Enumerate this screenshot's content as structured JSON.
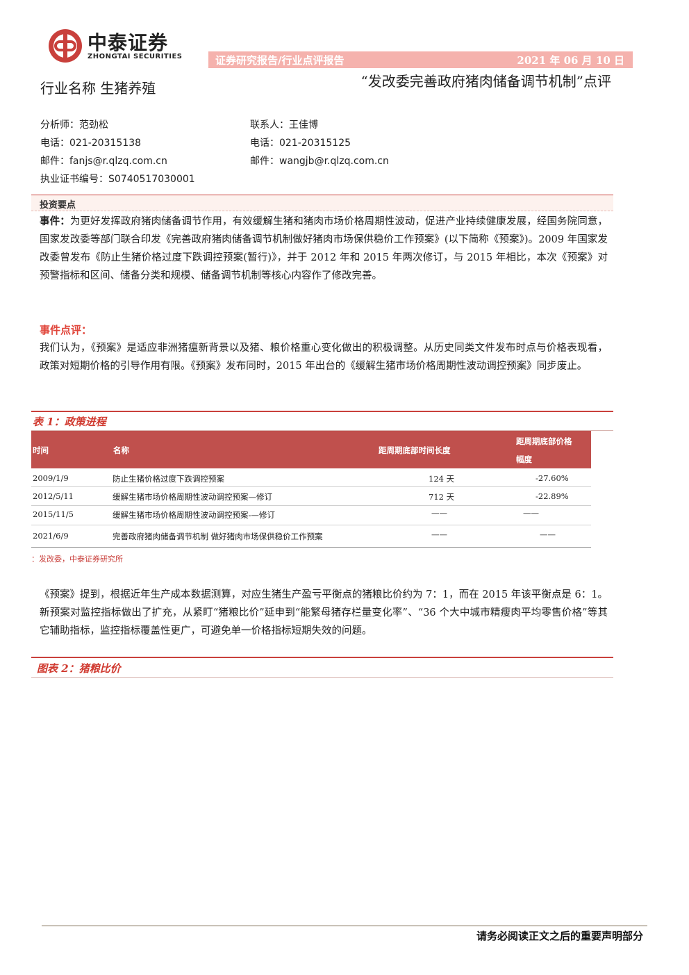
{
  "logo": {
    "name_cn": "中泰证券",
    "name_en": "ZHONGTAI SECURITIES",
    "brand_color": "#c9403c"
  },
  "header": {
    "category": "证券研究报告/行业点评报告",
    "date": "2021 年 06 月 10 日",
    "industry": "行业名称  生猪养殖",
    "title": "“发改委完善政府猪肉储备调节机制”点评"
  },
  "analyst": {
    "name": "分析师：范劲松",
    "phone": "电话：021-20315138",
    "email": "邮件：fanjs@r.qlzq.com.cn",
    "cert": "执业证书编号：S0740517030001"
  },
  "contact": {
    "name": "联系人：王佳博",
    "phone": "电话：021-20315125",
    "email": "邮件：wangjb@r.qlzq.com.cn"
  },
  "section_label": "投资要点",
  "event": {
    "label": "事件：",
    "text": "为更好发挥政府猪肉储备调节作用，有效缓解生猪和猪肉市场价格周期性波动，促进产业持续健康发展，经国务院同意，国家发改委等部门联合印发《完善政府猪肉储备调节机制做好猪肉市场保供稳价工作预案》(以下简称《预案》)。2009 年国家发改委曾发布《防止生猪价格过度下跌调控预案(暂行)》，并于 2012 年和 2015 年两次修订，与 2015 年相比，本次《预案》对预警指标和区间、储备分类和规模、储备调节机制等核心内容作了修改完善。"
  },
  "comment": {
    "label": "事件点评：",
    "text": "我们认为，《预案》是适应非洲猪瘟新背景以及猪、粮价格重心变化做出的积极调整。从历史同类文件发布时点与价格表现看，政策对短期价格的引导作用有限。《预案》发布同时，2015 年出台的《缓解生猪市场价格周期性波动调控预案》同步废止。"
  },
  "table1": {
    "title": "表 1：政策进程",
    "headers": [
      "时间",
      "名称",
      "距周期底部时间长度",
      "距周期底部价格",
      "幅度"
    ],
    "rows": [
      {
        "date": "2009/1/9",
        "name": "防止生猪价格过度下跌调控预案",
        "duration": "124 天",
        "amplitude": "-27.60%"
      },
      {
        "date": "2012/5/11",
        "name": "缓解生猪市场价格周期性波动调控预案—修订",
        "duration": "712 天",
        "amplitude": "-22.89%"
      },
      {
        "date": "2015/11/5",
        "name": "缓解生猪市场价格周期性波动调控预案-—修订",
        "duration": "——",
        "amplitude": "——"
      },
      {
        "date": "2021/6/9",
        "name": "完善政府猪肉储备调节机制 做好猪肉市场保供稳价工作预案",
        "duration": "——",
        "amplitude": "——"
      }
    ],
    "source": "：发改委，中泰证券研究所"
  },
  "para3": "《预案》提到，根据近年生产成本数据测算，对应生猪生产盈亏平衡点的猪粮比价约为 7：1，而在 2015 年该平衡点是 6：1。新预案对监控指标做出了扩充，从紧盯“猪粮比价”延申到“能繁母猪存栏量变化率”、“36 个大中城市精瘦肉平均零售价格”等其它辅助指标，监控指标覆盖性更广，可避免单一价格指标短期失效的问题。",
  "figure2": {
    "title": "图表 2：猪粮比价"
  },
  "footer": "请务必阅读正文之后的重要声明部分"
}
